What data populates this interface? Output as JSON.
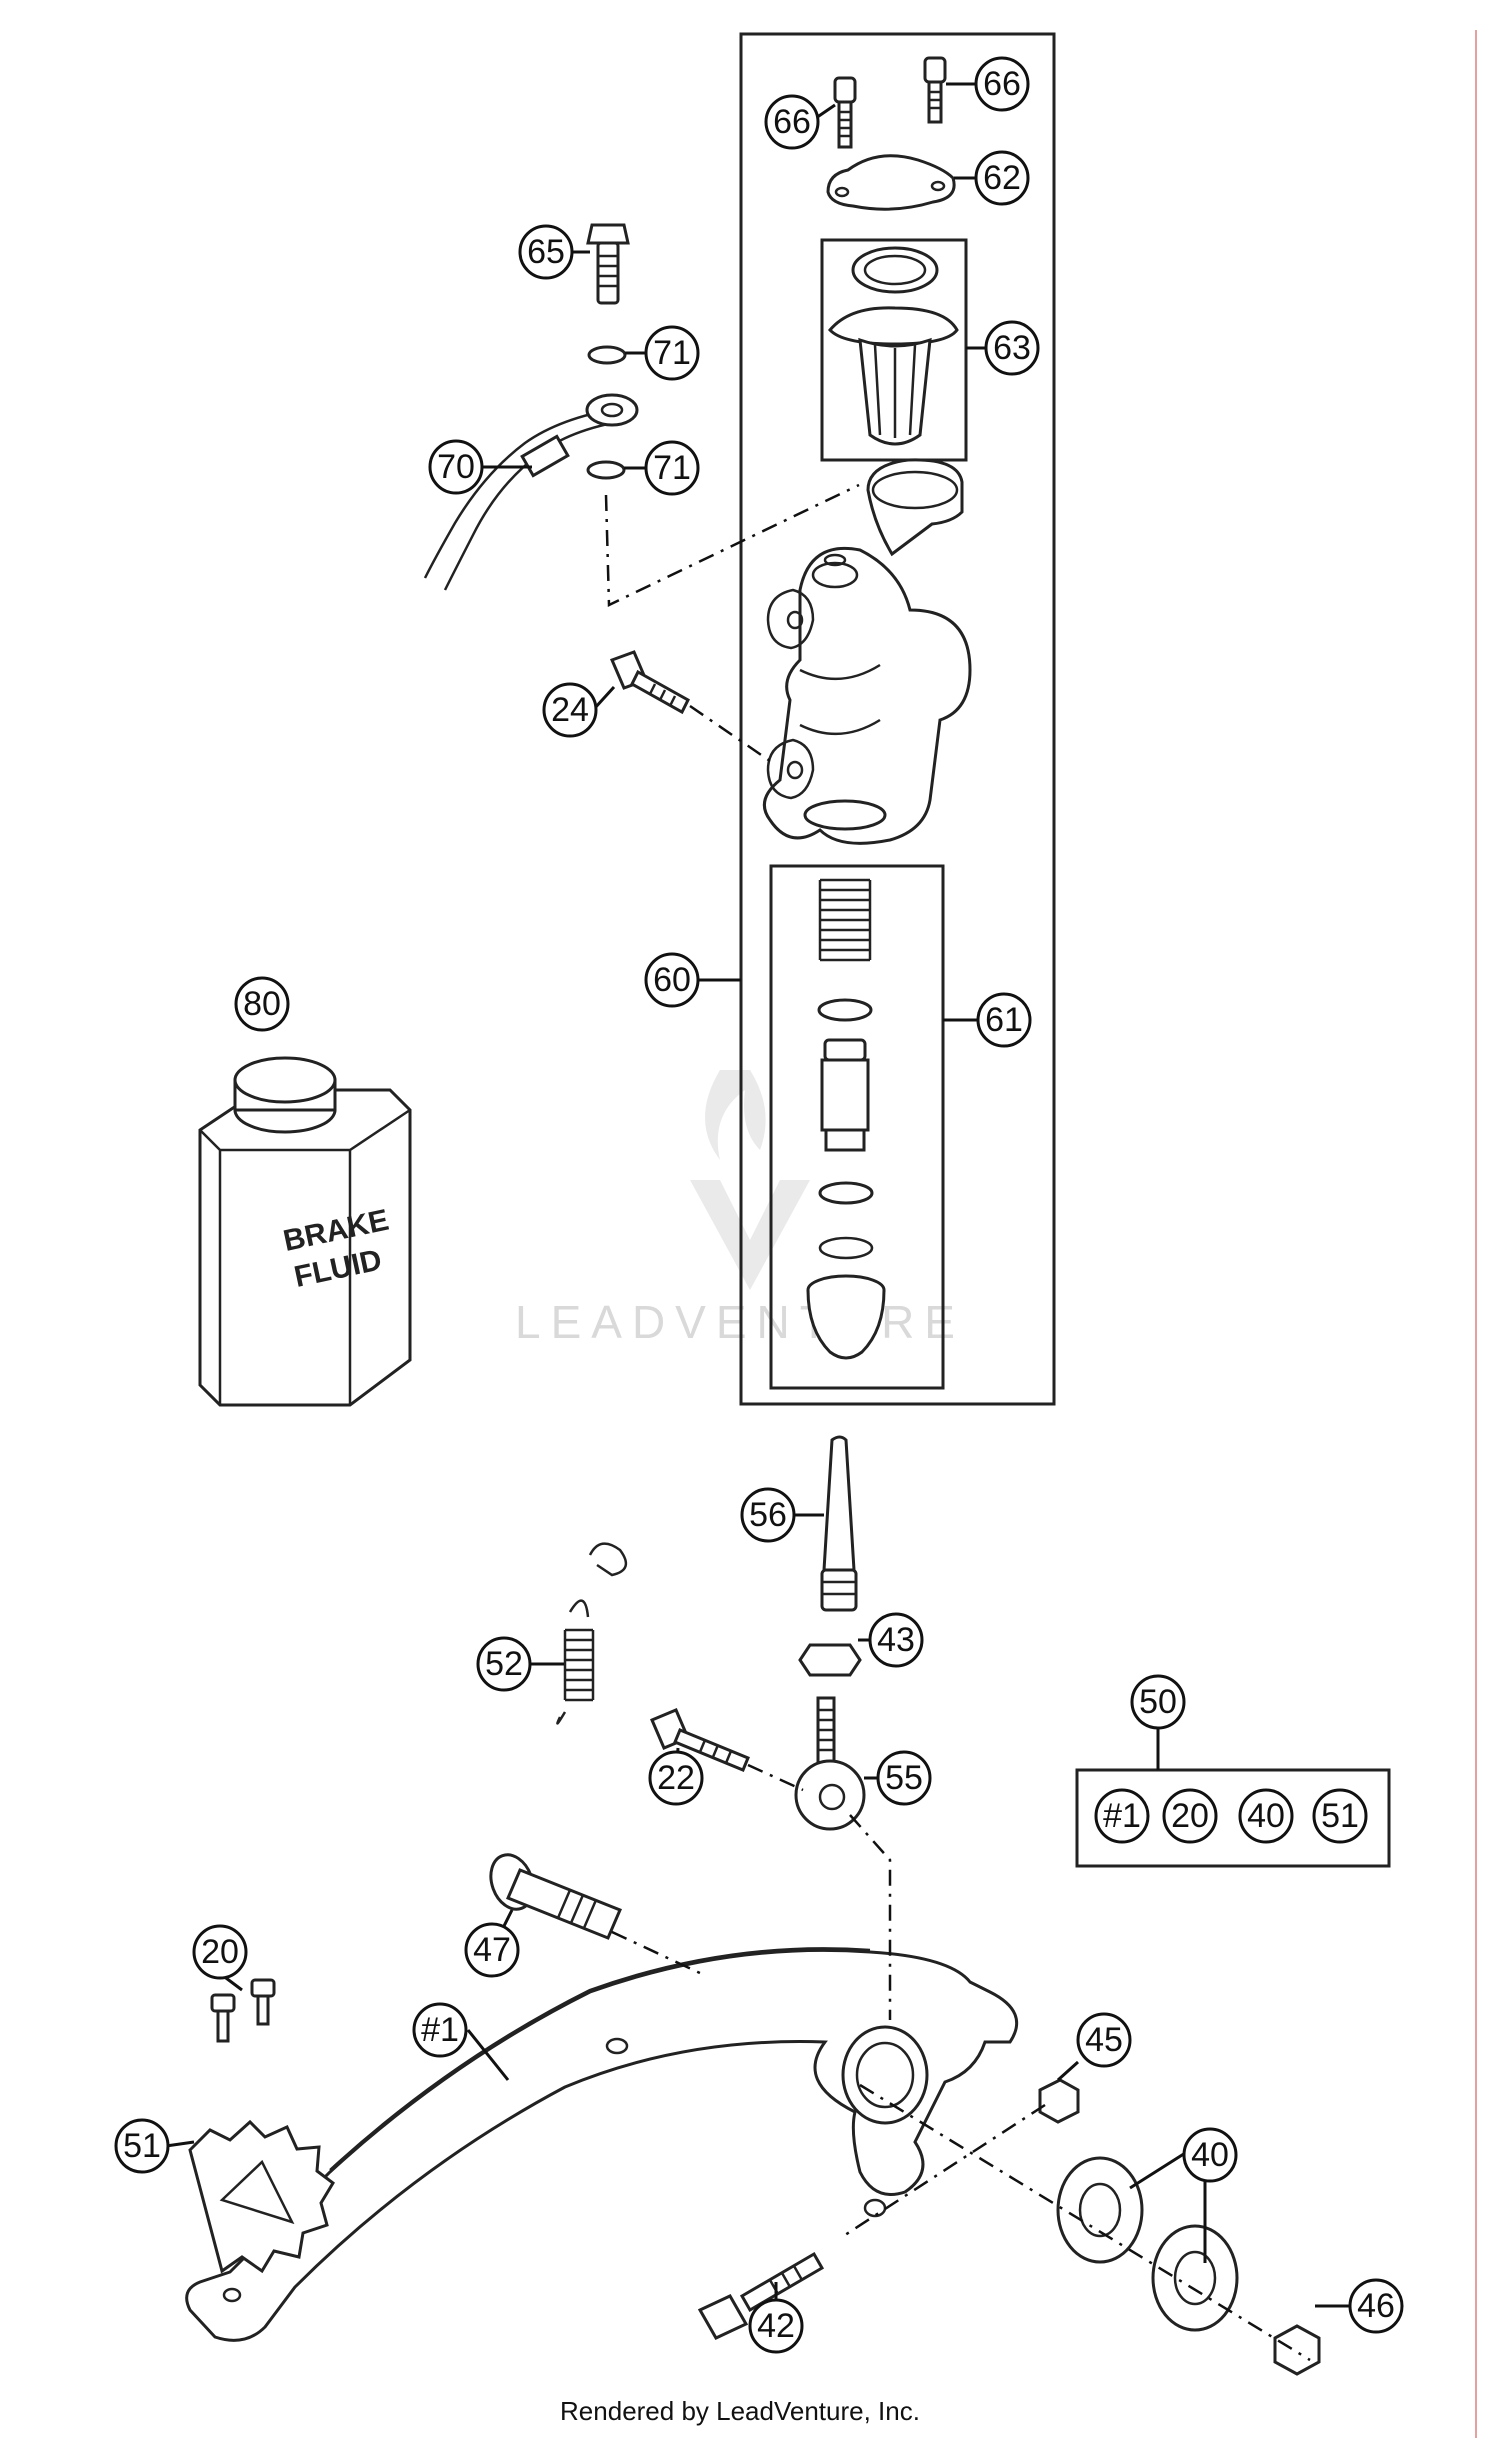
{
  "callouts": {
    "c66a": "66",
    "c66b": "66",
    "c62": "62",
    "c63": "63",
    "c65": "65",
    "c71a": "71",
    "c71b": "71",
    "c70": "70",
    "c24": "24",
    "c60": "60",
    "c61": "61",
    "c80": "80",
    "c56": "56",
    "c43": "43",
    "c52": "52",
    "c22": "22",
    "c55": "55",
    "c50": "50",
    "c50_1": "#1",
    "c50_20": "20",
    "c50_40": "40",
    "c50_51": "51",
    "c20": "20",
    "c47": "47",
    "c45": "45",
    "c1": "#1",
    "c51": "51",
    "c40": "40",
    "c42": "42",
    "c46": "46"
  },
  "bottle_label": {
    "line1": "BRAKE",
    "line2": "FLUID"
  },
  "watermark": "LEADVENTURE",
  "credit": "Rendered by LeadVenture, Inc."
}
